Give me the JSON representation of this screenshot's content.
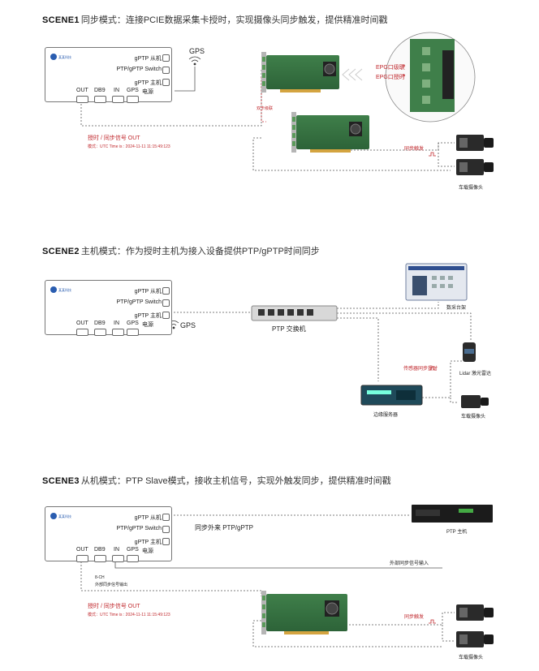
{
  "scene1": {
    "tag": "SCENE1",
    "title": "同步模式：连接PCIE数据采集卡授时，实现摄像头同步触发，提供精准时间戳",
    "device": {
      "logo_text": "某某科技",
      "gptp_slave": "gPTP 从机",
      "switch": "PTP/gPTP Switch",
      "gptp_master": "gPTP 主机",
      "ports": [
        "OUT",
        "DB9",
        "IN",
        "GPS",
        "电源"
      ]
    },
    "gps": "GPS",
    "epg_cascade": "EPG口级联",
    "epg_timing": "EPG口授时",
    "dual_card": "双卡级联",
    "signal_out": "授时 / 同步信号 OUT",
    "mode_time": "模式：UTC Time is : 2024-11-11 11:15:49:123",
    "sync_trigger": "同步触发",
    "camera": "车载摄像头"
  },
  "scene2": {
    "tag": "SCENE2",
    "title": "主机模式：作为授时主机为接入设备提供PTP/gPTP时间同步",
    "device": {
      "logo_text": "某某科技",
      "gptp_slave": "gPTP 从机",
      "switch": "PTP/gPTP Switch",
      "gptp_master": "gPTP 主机",
      "ports": [
        "OUT",
        "DB9",
        "IN",
        "GPS",
        "电源"
      ]
    },
    "gps": "GPS",
    "switch_label": "PTP 交换机",
    "rack": "数采台架",
    "sensor_sync": "传感器同步授时",
    "lidar": "Lidar 激光雷达",
    "edge_server": "边缘服务器",
    "camera": "车载摄像头"
  },
  "scene3": {
    "tag": "SCENE3",
    "title": "从机模式：PTP Slave模式，接收主机信号，实现外触发同步，提供精准时间戳",
    "device": {
      "logo_text": "某某科技",
      "gptp_slave": "gPTP 从机",
      "switch": "PTP/gPTP Switch",
      "gptp_master": "gPTP 主机",
      "ports": [
        "OUT",
        "DB9",
        "IN",
        "GPS",
        "电源"
      ]
    },
    "sync_external": "同步外来 PTP/gPTP",
    "ptp_master": "PTP 主机",
    "external_input": "外部同步信号输入",
    "channels": "8-CH",
    "external_output": "外部同步信号输出",
    "signal_out": "授时 / 同步信号 OUT",
    "mode_time": "模式：UTC Time is : 2024-11-11 11:15:49:123",
    "sync_trigger": "同步触发",
    "camera": "车载摄像头"
  },
  "colors": {
    "accent_red": "#c0282d",
    "line": "#555555",
    "logo_blue": "#2a5db0"
  }
}
